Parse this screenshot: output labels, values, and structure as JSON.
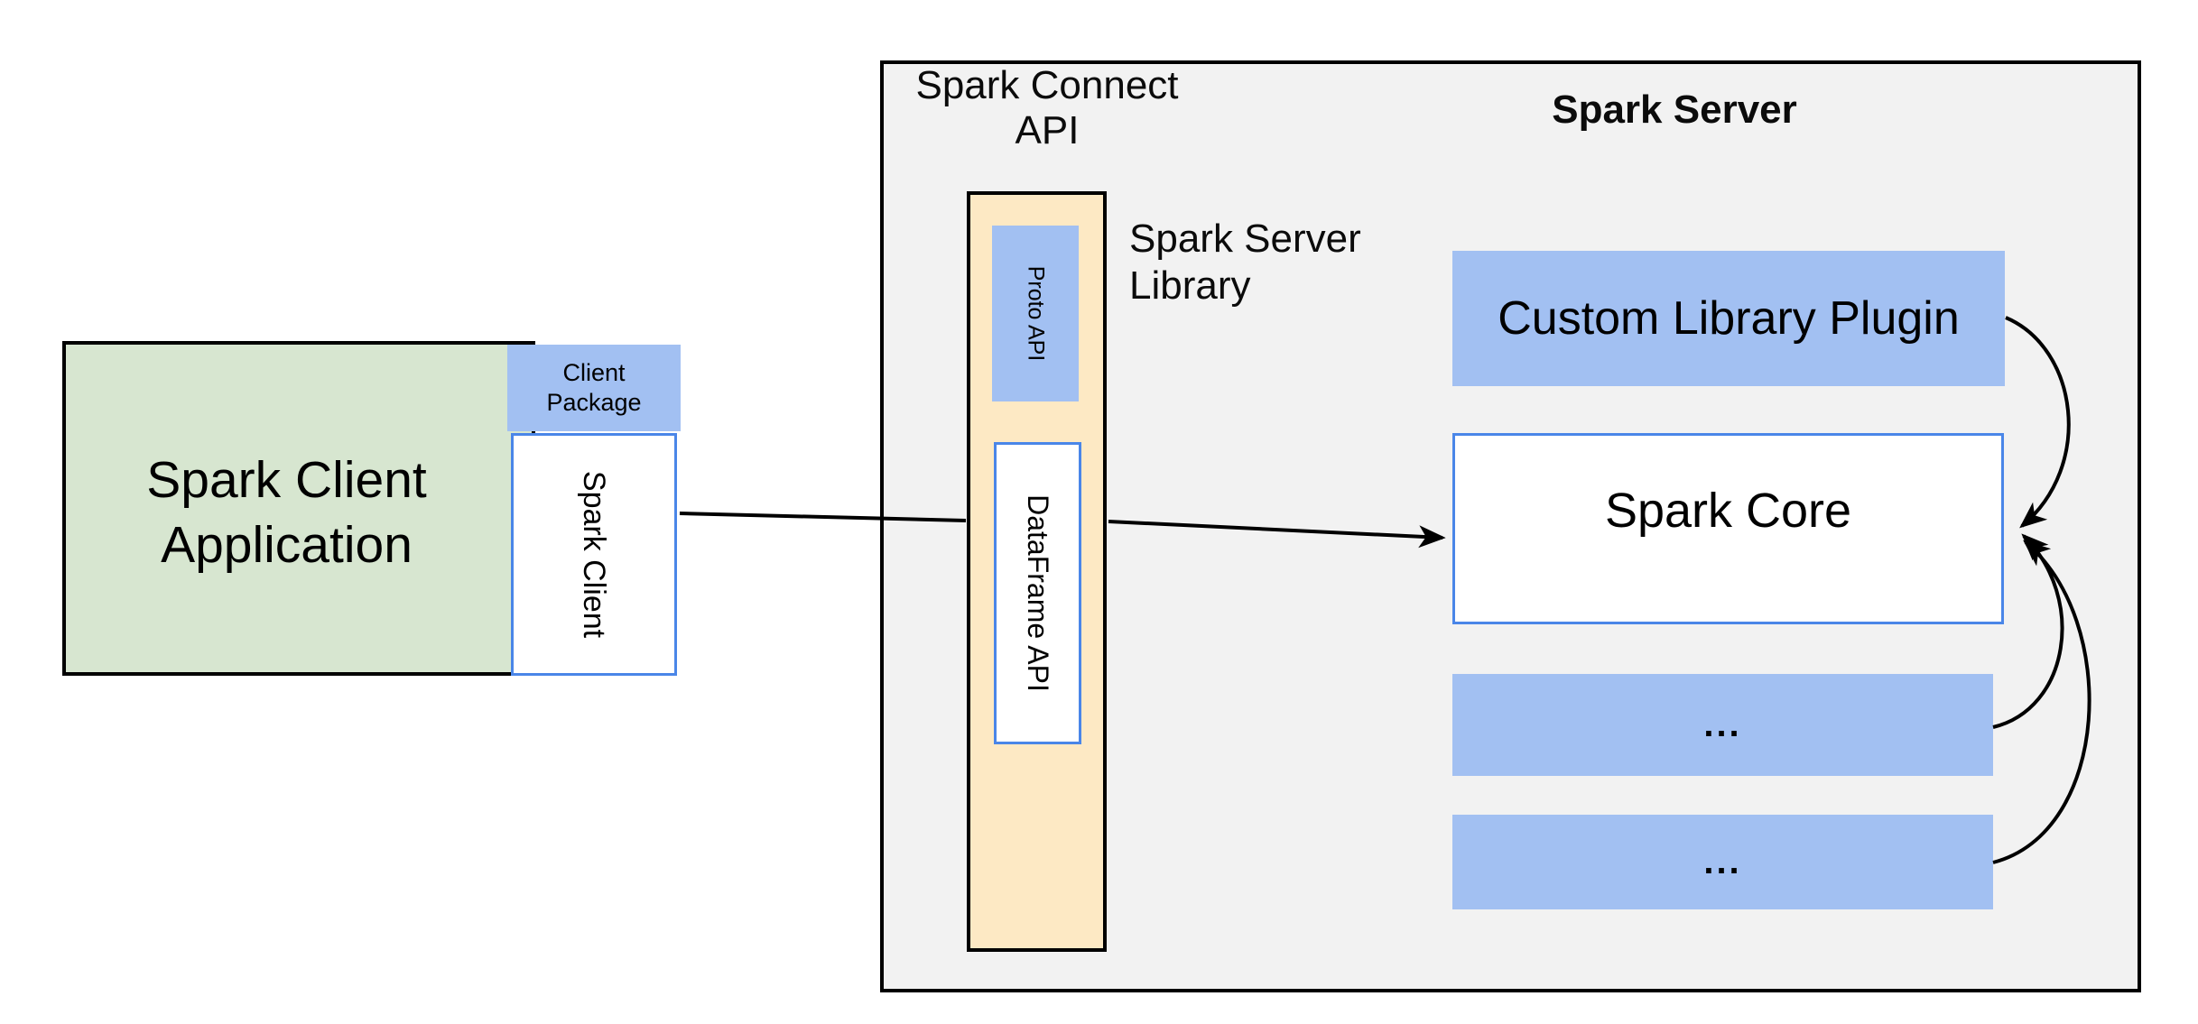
{
  "colors": {
    "green_fill": "#d7e6d0",
    "blue_fill": "#a2c0f2",
    "yellow_fill": "#fde9c4",
    "gray_fill": "#f2f2f2",
    "blue_border": "#4a86e8",
    "line": "#000000",
    "text": "#0b0b0b"
  },
  "client": {
    "application_label": "Spark Client\nApplication",
    "package_label": "Client\nPackage",
    "spark_client_label": "Spark Client"
  },
  "connect_api": {
    "title": "Spark Connect\nAPI",
    "proto_label": "Proto API",
    "dataframe_label": "DataFrame API",
    "library_label": "Spark Server\nLibrary"
  },
  "server": {
    "title": "Spark Server",
    "plugin_label": "Custom Library Plugin",
    "core_label": "Spark Core",
    "ellipsis_1": "...",
    "ellipsis_2": "..."
  }
}
